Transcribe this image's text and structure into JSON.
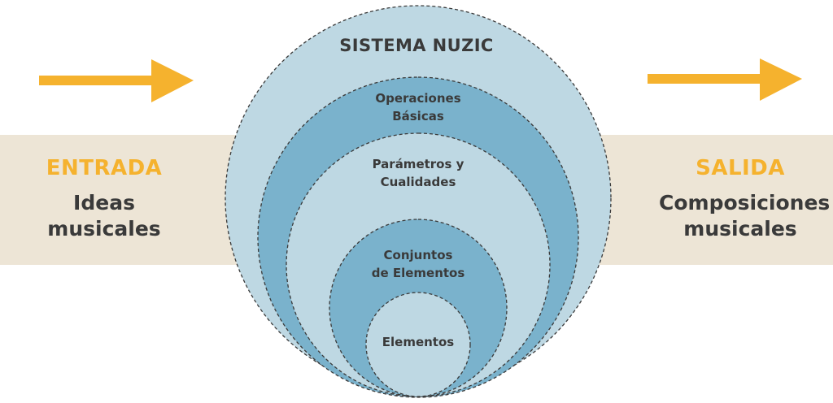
{
  "colors": {
    "arrow": "#f5b22e",
    "band": "#ede5d6",
    "light_ring": "#bed8e3",
    "dark_ring": "#7ab2cc",
    "text": "#3a3a3a",
    "accent_text": "#f5b22e"
  },
  "input": {
    "heading": "ENTRADA",
    "line1": "Ideas",
    "line2": "musicales"
  },
  "output": {
    "heading": "SALIDA",
    "line1": "Composiciones",
    "line2": "musicales"
  },
  "system": {
    "title": "SISTEMA NUZIC",
    "layers": [
      {
        "line1": "Operaciones",
        "line2": "Básicas"
      },
      {
        "line1": "Parámetros y",
        "line2": "Cualidades"
      },
      {
        "line1": "Conjuntos",
        "line2": "de Elementos"
      },
      {
        "line1": "Elementos",
        "line2": ""
      }
    ]
  }
}
